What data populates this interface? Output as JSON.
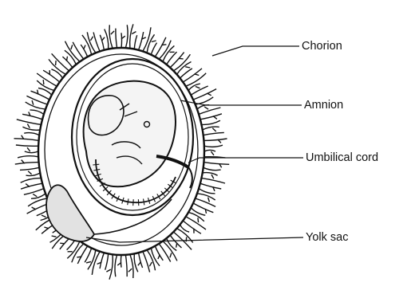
{
  "labels": {
    "chorion": "Chorion",
    "amnion": "Amnion",
    "umbilical_cord": "Umbilical cord",
    "yolk_sac": "Yolk sac"
  },
  "colors": {
    "ink": "#111111",
    "background": "#ffffff",
    "yolk_fill": "#e2e2e2"
  }
}
